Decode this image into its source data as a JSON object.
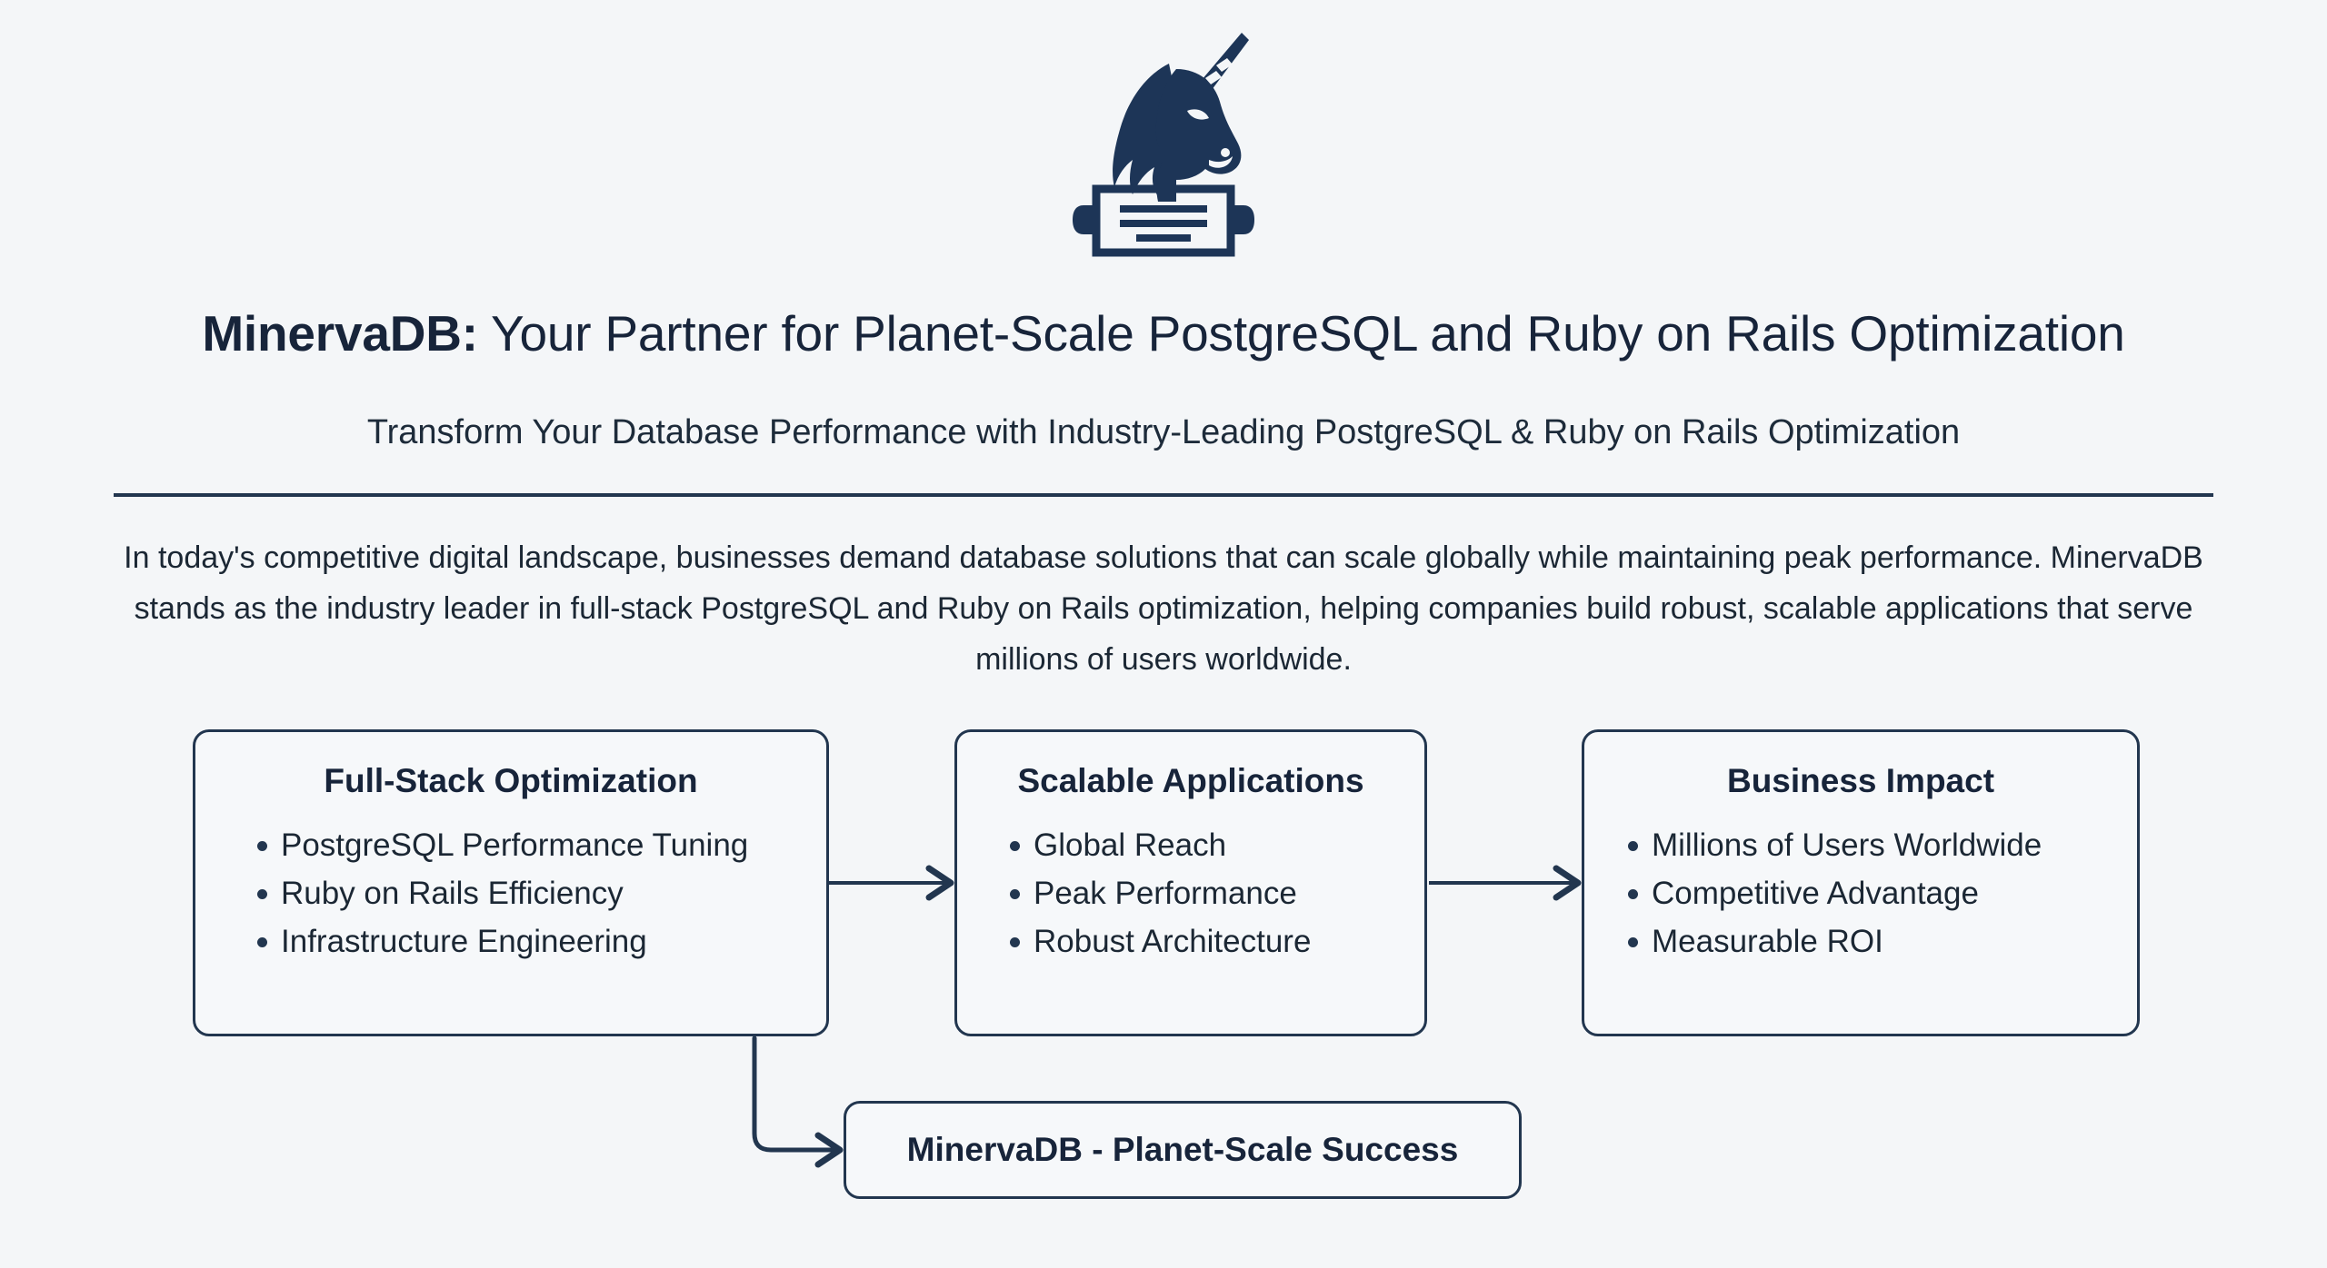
{
  "logo": {
    "icon": "unicorn-banner-logo",
    "color": "#1d3557"
  },
  "header": {
    "brand": "MinervaDB:",
    "title_rest": " Your Partner for Planet-Scale PostgreSQL and Ruby on Rails Optimization",
    "subtitle": "Transform Your Database Performance with Industry-Leading PostgreSQL & Ruby on Rails Optimization"
  },
  "intro": {
    "paragraph": "In today's competitive digital landscape, businesses demand database solutions that can scale globally while maintaining peak performance. MinervaDB stands as the industry leader in full-stack PostgreSQL and Ruby on Rails optimization, helping companies build robust, scalable applications that serve millions of users worldwide."
  },
  "flow": {
    "boxes": [
      {
        "id": "full-stack",
        "title": "Full-Stack Optimization",
        "items": [
          "PostgreSQL Performance Tuning",
          "Ruby on Rails Efficiency",
          "Infrastructure Engineering"
        ]
      },
      {
        "id": "scalable",
        "title": "Scalable Applications",
        "items": [
          "Global Reach",
          "Peak Performance",
          "Robust Architecture"
        ]
      },
      {
        "id": "business",
        "title": "Business Impact",
        "items": [
          "Millions of Users Worldwide",
          "Competitive Advantage",
          "Measurable ROI"
        ]
      }
    ],
    "outcome": {
      "id": "success",
      "label": "MinervaDB - Planet-Scale Success"
    },
    "connectors": [
      {
        "name": "arrow-full-stack-to-scalable",
        "type": "straight-arrow-right"
      },
      {
        "name": "arrow-scalable-to-business",
        "type": "straight-arrow-right"
      },
      {
        "name": "arrow-full-stack-to-success",
        "type": "elbow-arrow-down-right"
      }
    ]
  },
  "colors": {
    "background": "#f4f6f8",
    "ink": "#17243a",
    "border": "#22364f",
    "accent": "#1d3557"
  }
}
